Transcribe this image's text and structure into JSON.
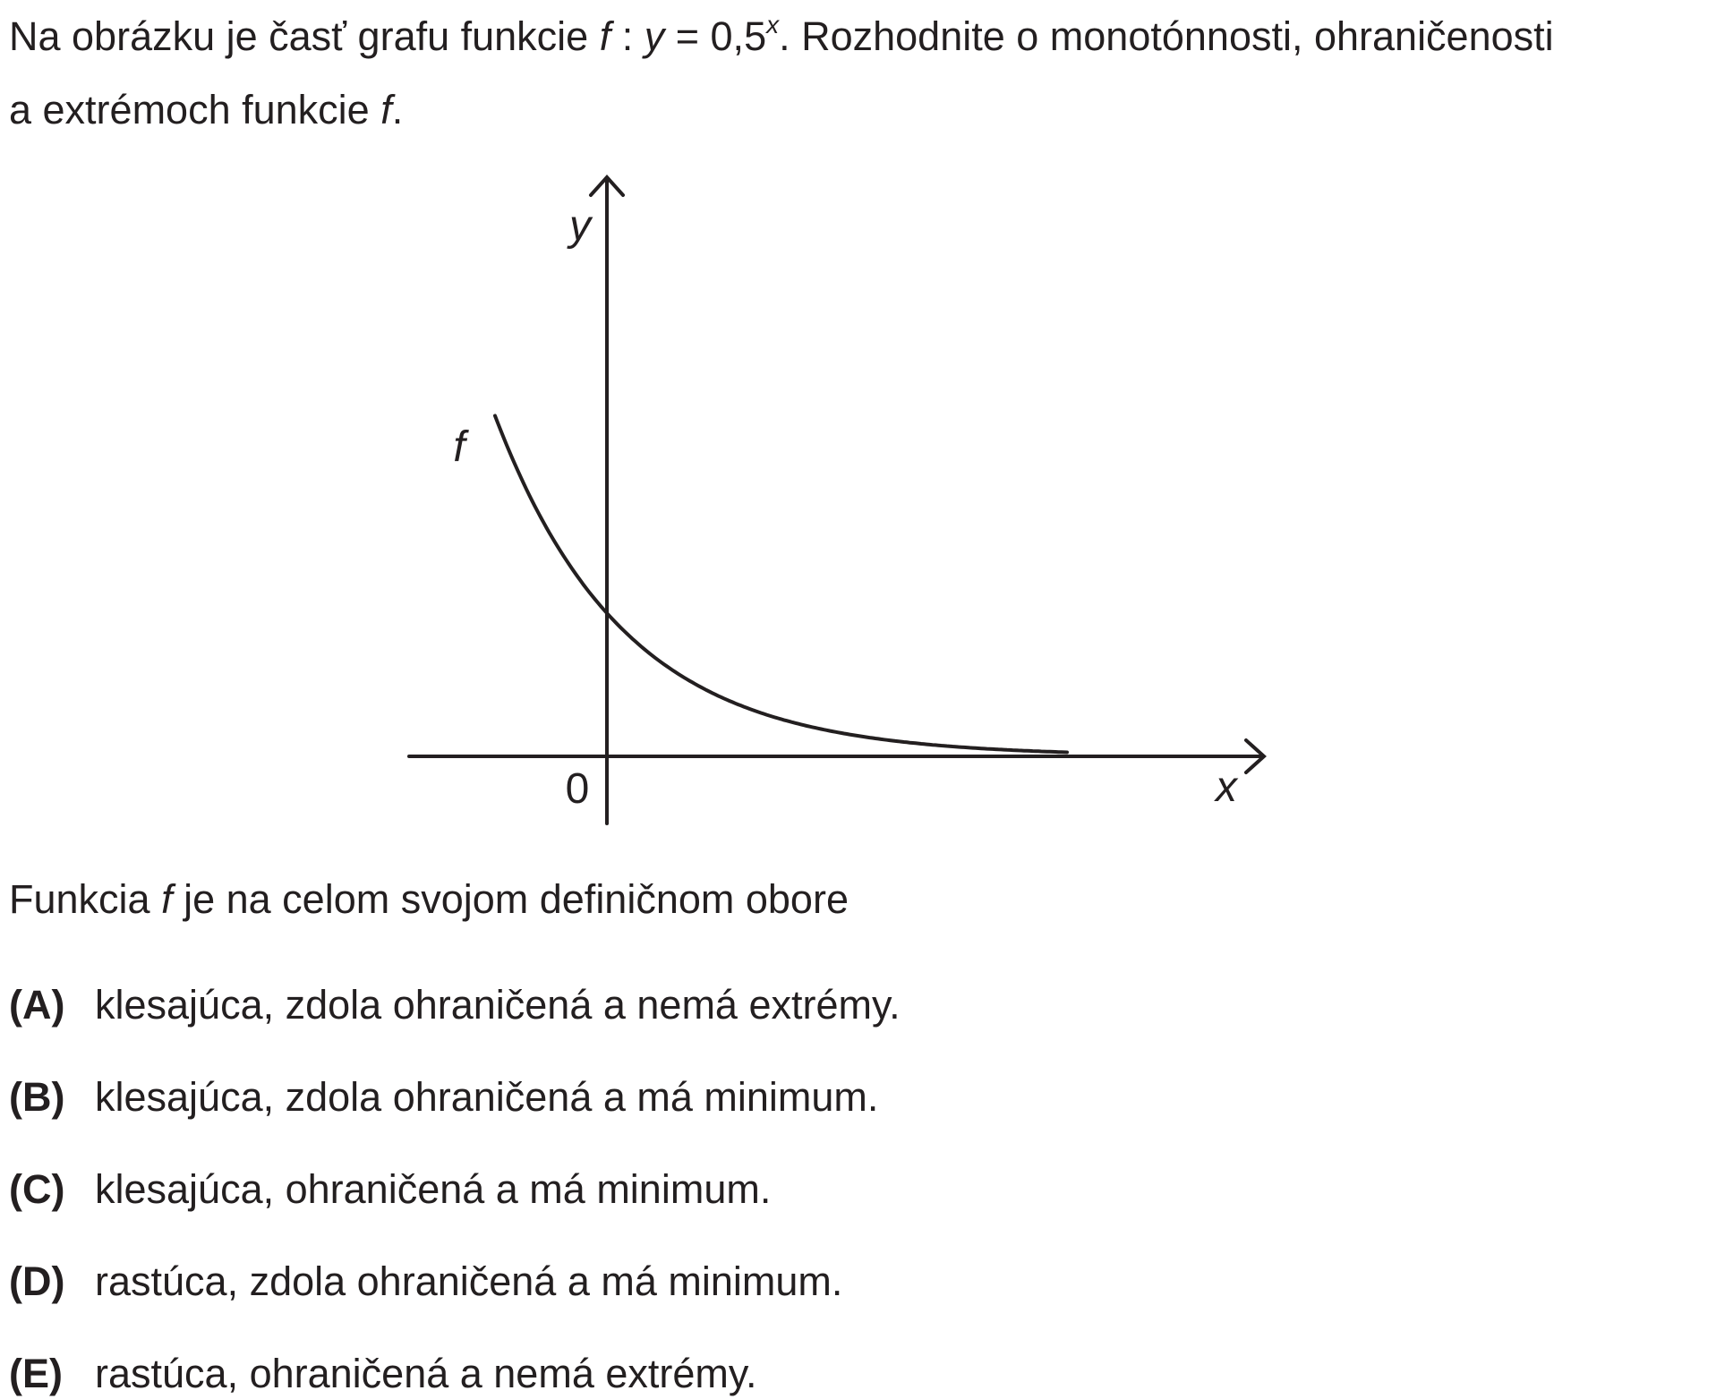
{
  "question": {
    "line1_a": "Na obrázku je časť grafu funkcie ",
    "line1_f": "f",
    "line1_colon": " : ",
    "line1_y": "y",
    "line1_eq": " = 0,5",
    "line1_exp": "x",
    "line1_b": ". Rozhodnite o monotónnosti, ohraničenosti",
    "line2_a": "a extrémoch funkcie ",
    "line2_f": "f",
    "line2_b": "."
  },
  "graph": {
    "y_label": "y",
    "x_label": "x",
    "origin_label": "0",
    "curve_label": "f",
    "function": "y = 0,5^x"
  },
  "stem": {
    "a": "Funkcia ",
    "f": "f",
    "b": " je na celom svojom definičnom obore"
  },
  "options": [
    {
      "letter": "(A)",
      "text": "klesajúca, zdola ohraničená a nemá extrémy."
    },
    {
      "letter": "(B)",
      "text": "klesajúca, zdola ohraničená a má minimum."
    },
    {
      "letter": "(C)",
      "text": "klesajúca, ohraničená a má minimum."
    },
    {
      "letter": "(D)",
      "text": "rastúca, zdola ohraničená a má minimum."
    },
    {
      "letter": "(E)",
      "text": "rastúca, ohraničená a nemá extrémy."
    }
  ]
}
